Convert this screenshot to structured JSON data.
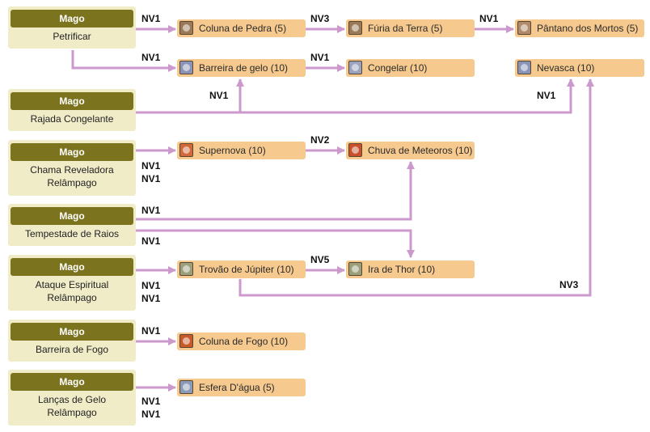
{
  "colors": {
    "arrow": "#cc99cc",
    "mage_header": "#7b731d",
    "mage_box": "#f1ecc8",
    "skill_box": "#f6c98e"
  },
  "mages": [
    {
      "header": "Mago",
      "lines": [
        "Petrificar"
      ]
    },
    {
      "header": "Mago",
      "lines": [
        "Rajada Congelante"
      ]
    },
    {
      "header": "Mago",
      "lines": [
        "Chama Reveladora",
        "Relâmpago"
      ]
    },
    {
      "header": "Mago",
      "lines": [
        "Tempestade de Raios"
      ]
    },
    {
      "header": "Mago",
      "lines": [
        "Ataque Espiritual",
        "Relâmpago"
      ]
    },
    {
      "header": "Mago",
      "lines": [
        "Barreira de Fogo"
      ]
    },
    {
      "header": "Mago",
      "lines": [
        "Lanças de Gelo",
        "Relâmpago"
      ]
    }
  ],
  "skills": {
    "coluna_pedra": {
      "label": "Coluna de Pedra (5)",
      "icon": "earth-skill-icon",
      "icon_color": "#9a7a58"
    },
    "furia_terra": {
      "label": "Fúria da Terra (5)",
      "icon": "earth-skill-icon",
      "icon_color": "#9a7a58"
    },
    "pantano": {
      "label": "Pântano dos Mortos (5)",
      "icon": "swamp-skill-icon",
      "icon_color": "#b08a6a"
    },
    "barreira_gelo": {
      "label": "Barreira de gelo (10)",
      "icon": "ice-skill-icon",
      "icon_color": "#8a93b8"
    },
    "congelar": {
      "label": "Congelar (10)",
      "icon": "ice-skill-icon",
      "icon_color": "#9aa3c0"
    },
    "nevasca": {
      "label": "Nevasca (10)",
      "icon": "ice-skill-icon",
      "icon_color": "#8a93b8"
    },
    "supernova": {
      "label": "Supernova (10)",
      "icon": "fire-skill-icon",
      "icon_color": "#d2693a"
    },
    "chuva_meteoros": {
      "label": "Chuva de Meteoros (10)",
      "icon": "fire-skill-icon",
      "icon_color": "#c8502a"
    },
    "trovao_jupiter": {
      "label": "Trovão de Júpiter (10)",
      "icon": "lightning-skill-icon",
      "icon_color": "#9aa07a"
    },
    "ira_thor": {
      "label": "Ira de Thor (10)",
      "icon": "lightning-skill-icon",
      "icon_color": "#9aa07a"
    },
    "coluna_fogo": {
      "label": "Coluna de Fogo (10)",
      "icon": "fire-skill-icon",
      "icon_color": "#c85a2a"
    },
    "esfera_agua": {
      "label": "Esfera D'água (5)",
      "icon": "water-skill-icon",
      "icon_color": "#8a9ab8"
    }
  },
  "levels": [
    "NV1",
    "NV3",
    "NV1",
    "NV1",
    "NV1",
    "NV1",
    "NV1",
    "NV2",
    "NV1",
    "NV1",
    "NV1",
    "NV1",
    "NV5",
    "NV1",
    "NV1",
    "NV3",
    "NV1",
    "NV1",
    "NV1"
  ]
}
